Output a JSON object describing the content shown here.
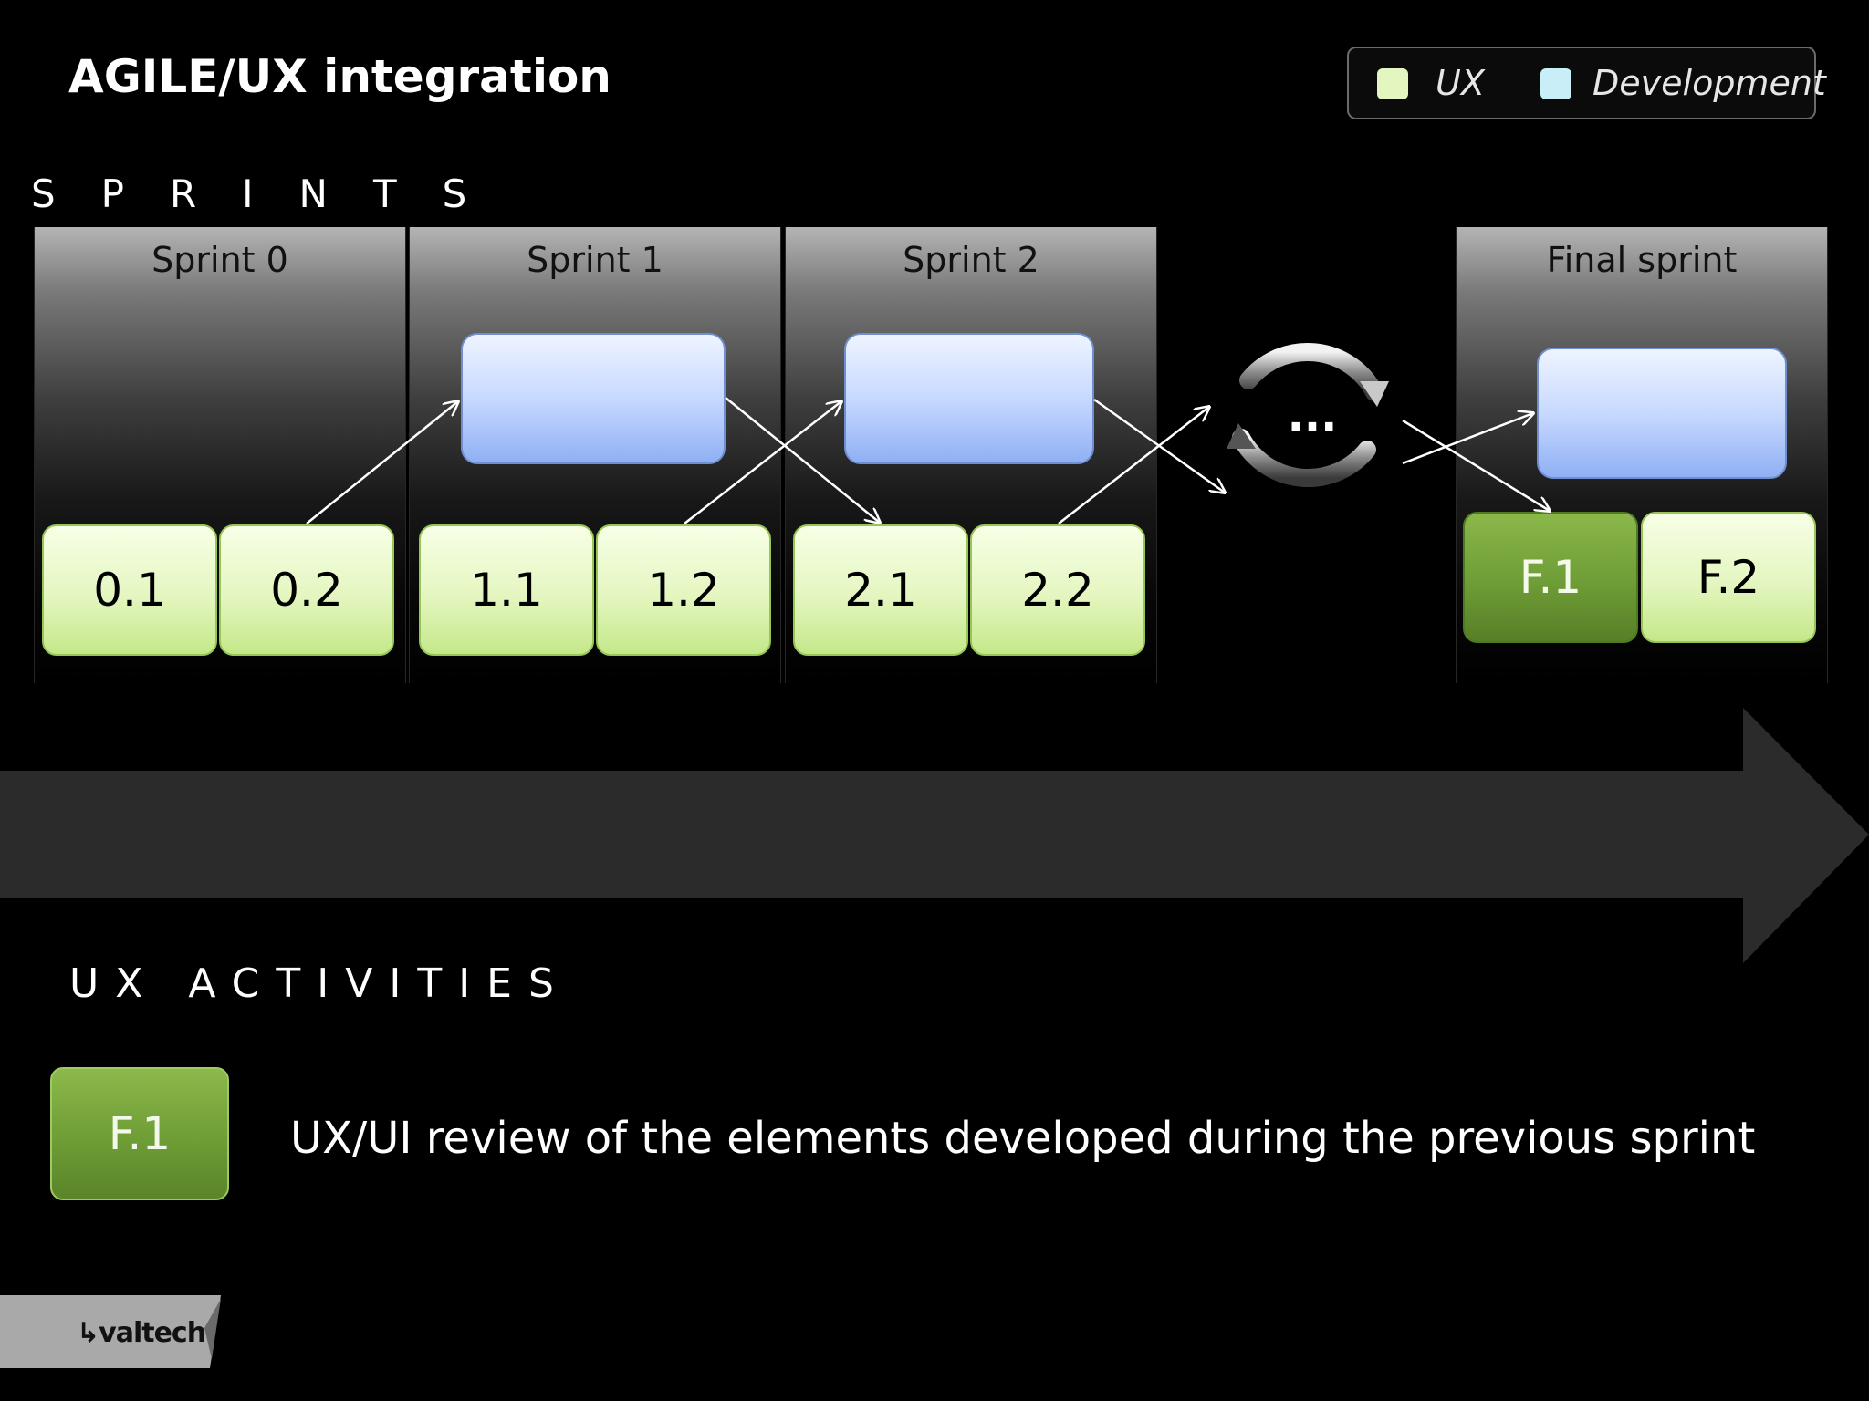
{
  "slide": {
    "title": "AGILE/UX integration",
    "sprints_label": "SPRINTS",
    "ux_activities_label": "UX ACTIVITIES"
  },
  "legend": [
    {
      "label": "UX",
      "color": "#e4f6c0"
    },
    {
      "label": "Development",
      "color": "#c9eef8"
    }
  ],
  "sprints": [
    {
      "name": "Sprint 0",
      "has_dev": false,
      "ux": [
        "0.1",
        "0.2"
      ]
    },
    {
      "name": "Sprint 1",
      "has_dev": true,
      "ux": [
        "1.1",
        "1.2"
      ]
    },
    {
      "name": "Sprint 2",
      "has_dev": true,
      "ux": [
        "2.1",
        "2.2"
      ]
    },
    {
      "name": "Final sprint",
      "has_dev": true,
      "ux": [
        "F.1",
        "F.2"
      ],
      "active": "F.1"
    }
  ],
  "iteration": {
    "ellipsis": "...",
    "icon": "cycle-arrows-icon"
  },
  "timeline": {
    "icon": "timeline-arrow",
    "color": "#2b2b2b"
  },
  "activity": {
    "code": "F.1",
    "description": "UX/UI review of the elements developed during the previous sprint"
  },
  "brand": {
    "name": "valtech"
  }
}
